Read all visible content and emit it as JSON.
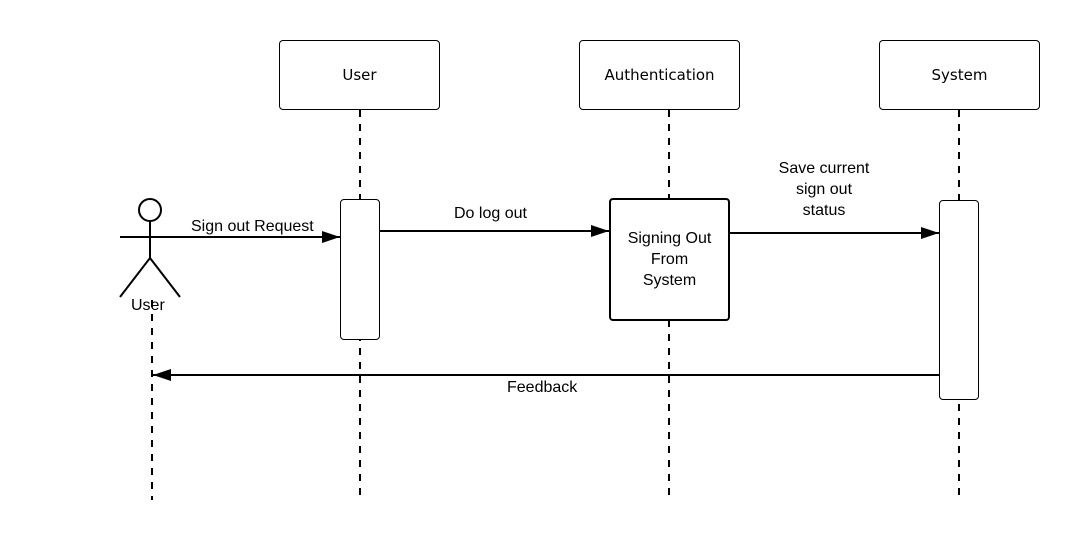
{
  "actor": {
    "name": "User"
  },
  "lifelines": {
    "user": "User",
    "auth": "Authentication",
    "system": "System"
  },
  "state_box": {
    "line1": "Signing Out",
    "line2": "From",
    "line3": "System"
  },
  "messages": {
    "sign_out_request": "Sign out Request",
    "do_log_out": "Do log out",
    "save_status_line1": "Save current",
    "save_status_line2": "sign out",
    "save_status_line3": "status",
    "feedback": "Feedback"
  }
}
